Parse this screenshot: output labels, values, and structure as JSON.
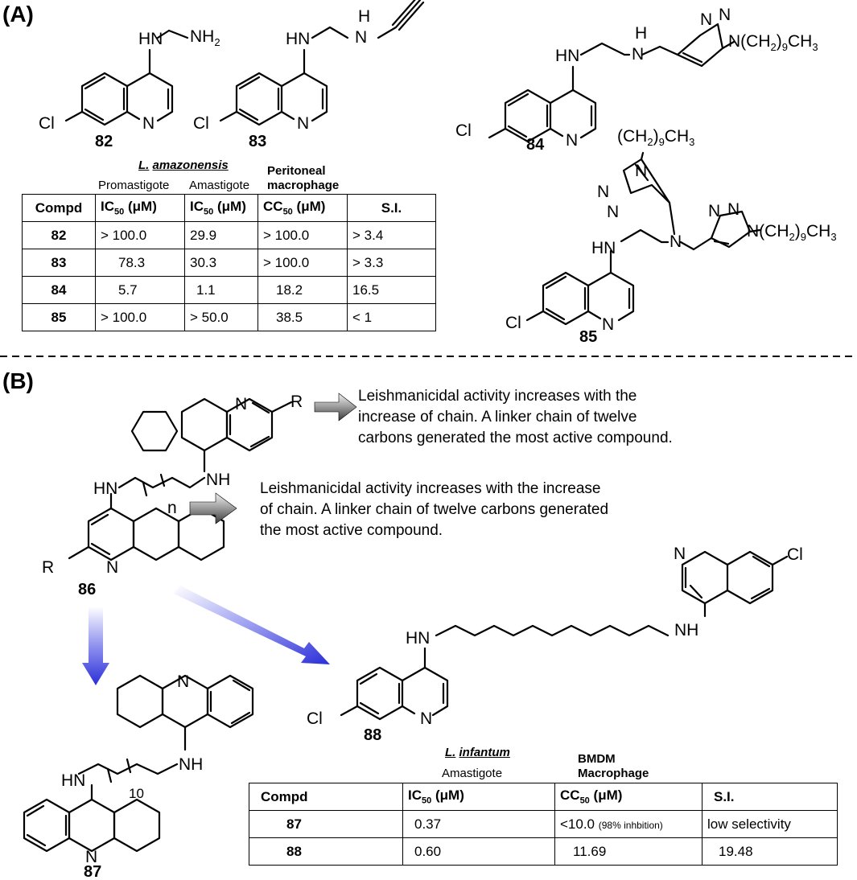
{
  "panels": {
    "a": "(A)",
    "b": "(B)"
  },
  "structure_labels": {
    "hn": "HN",
    "nh": "NH",
    "h": "H",
    "n": "N",
    "cl": "Cl",
    "r": "R",
    "nh2_n": "NH",
    "nh2_sub": "2",
    "chain_a": "(CH",
    "chain_b": ")",
    "chain_c": "CH",
    "chain_sub1": "2",
    "chain_sub2": "9",
    "chain_sub3": "3",
    "n_index": "n",
    "ten": "10"
  },
  "compounds": {
    "c82": "82",
    "c83": "83",
    "c84": "84",
    "c85": "85",
    "c86": "86",
    "c87": "87",
    "c88": "88"
  },
  "notes": {
    "top_l1": "Leishmanicidal activity increases with the",
    "top_l2": "increase of chain. A linker chain of twelve",
    "top_l3": "carbons generated the most active compound.",
    "mid_l1": "Leishmanicidal activity increases with the increase",
    "mid_l2": "of chain. A linker chain of twelve carbons generated",
    "mid_l3": "the most active compound."
  },
  "table_a": {
    "organism_a": "L.",
    "organism_b": "amazonensis",
    "promastigote": "Promastigote",
    "amastigote": "Amastigote",
    "peritoneal": "Peritoneal",
    "macrophage": "macrophage",
    "headers": {
      "compd": "Compd",
      "ic": "IC",
      "ic_sub": "50",
      "ic_unit": " (μM)",
      "cc": "CC",
      "si": "S.I."
    },
    "rows": [
      {
        "compd": "82",
        "ic_pro": "> 100.0",
        "ic_ama": "29.9",
        "cc": "> 100.0",
        "si": "> 3.4"
      },
      {
        "compd": "83",
        "ic_pro": "78.3",
        "ic_ama": "30.3",
        "cc": "> 100.0",
        "si": "> 3.3"
      },
      {
        "compd": "84",
        "ic_pro": "5.7",
        "ic_ama": "1.1",
        "cc": "18.2",
        "si": "16.5"
      },
      {
        "compd": "85",
        "ic_pro": "> 100.0",
        "ic_ama": "> 50.0",
        "cc": "38.5",
        "si": "< 1"
      }
    ]
  },
  "table_b": {
    "organism_a": "L.",
    "organism_b": "infantum",
    "amastigote": "Amastigote",
    "bmdm": "BMDM",
    "macrophage": "Macrophage",
    "headers": {
      "compd": "Compd",
      "ic": "IC",
      "ic_sub": "50",
      "ic_unit": " (μM)",
      "cc": "CC",
      "si": "S.I."
    },
    "rows": [
      {
        "compd": "87",
        "ic": "0.37",
        "cc": "<10.0",
        "cc_note": "(98% inhbition)",
        "si": "low selectivity"
      },
      {
        "compd": "88",
        "ic": "0.60",
        "cc": "11.69",
        "cc_note": "",
        "si": "19.48"
      }
    ]
  },
  "colors": {
    "ink": "#000000",
    "arrow_blue": "#2a2fd8",
    "arrow_gray": "#555555"
  }
}
